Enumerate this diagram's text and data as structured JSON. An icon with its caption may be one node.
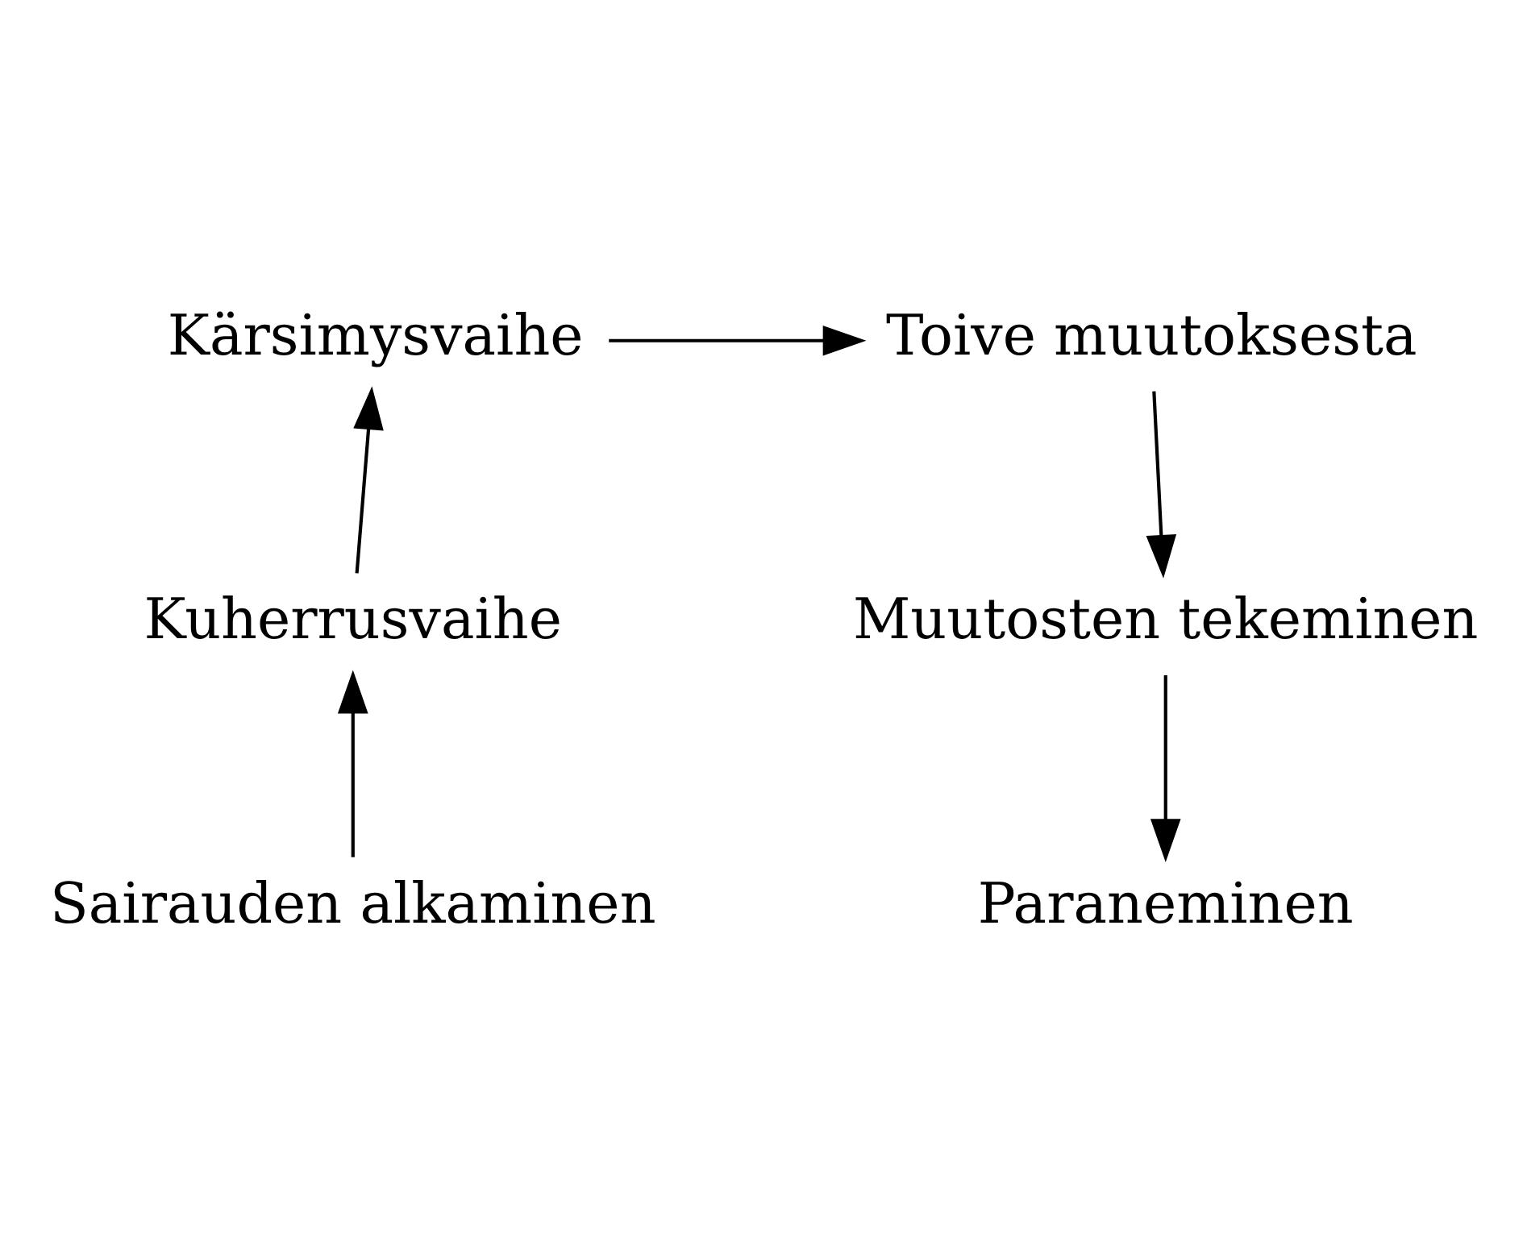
{
  "diagram": {
    "nodes": [
      {
        "text": [
          "Sairauden alkaminen"
        ]
      },
      {
        "text": [
          "Kuherrusvaihe"
        ]
      },
      {
        "text": [
          "Kärsimysvaihe"
        ]
      },
      {
        "text": [
          "Toive muutoksesta"
        ]
      },
      {
        "text": [
          "Muutosten tekeminen"
        ]
      },
      {
        "text": [
          "Paraneminen"
        ]
      }
    ],
    "edges": [
      {
        "from": 0,
        "to": 1,
        "arrow": "to"
      },
      {
        "from": 1,
        "to": 2,
        "arrow": "to"
      },
      {
        "from": 2,
        "to": 3,
        "arrow": "to"
      },
      {
        "from": 3,
        "to": 4,
        "arrow": "to"
      },
      {
        "from": 4,
        "to": 5,
        "arrow": "to"
      }
    ]
  }
}
